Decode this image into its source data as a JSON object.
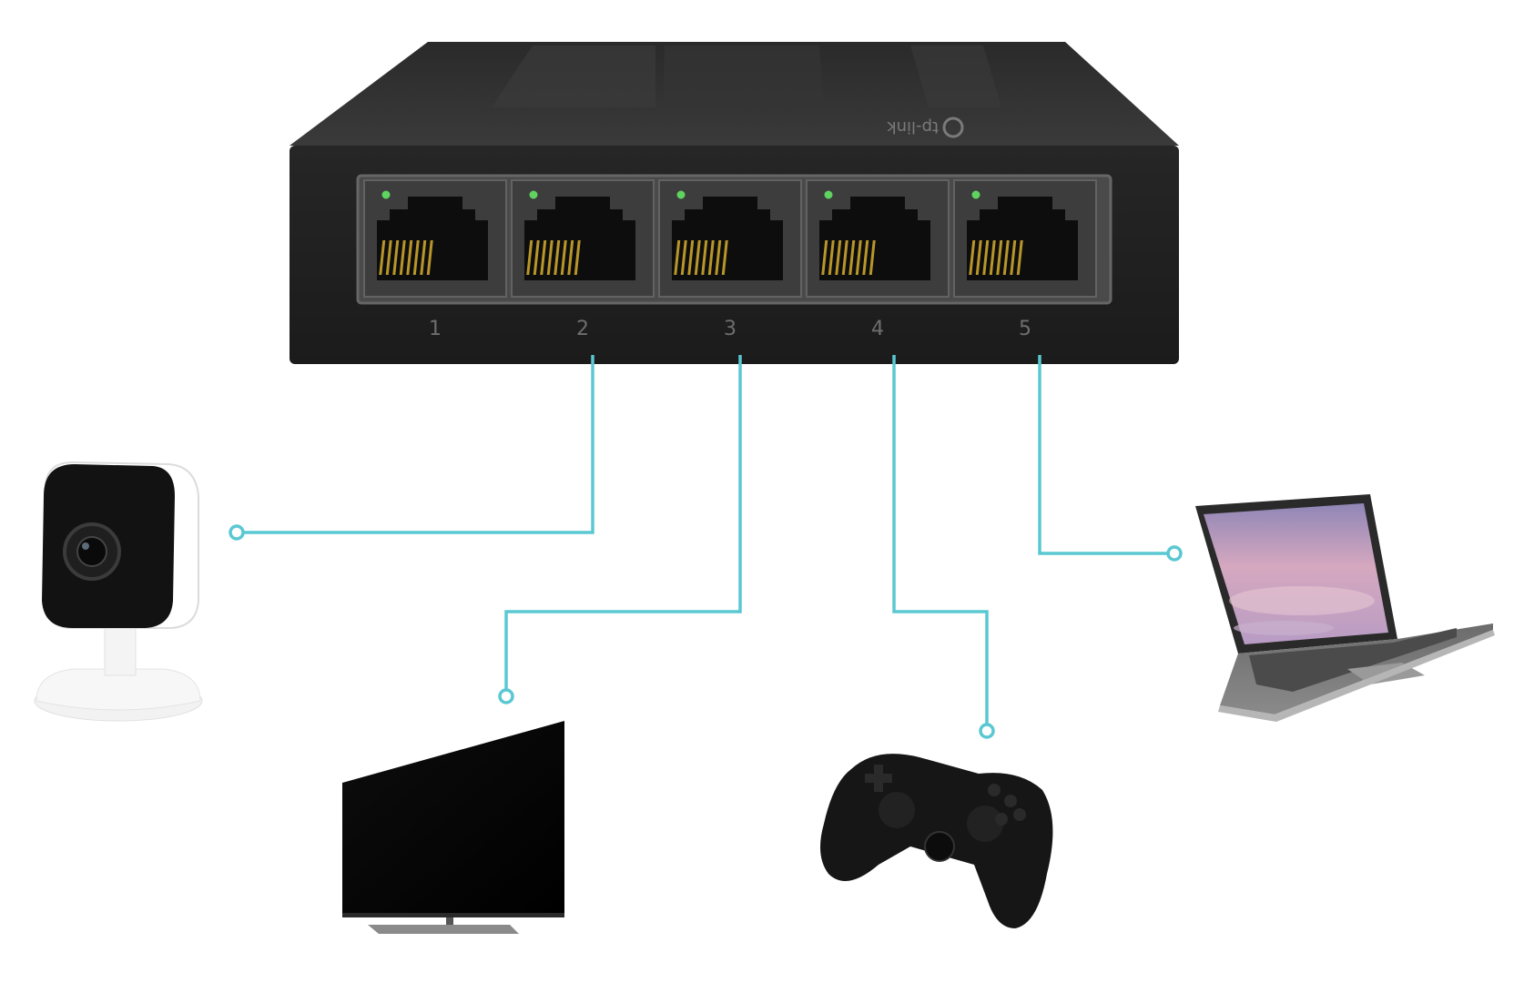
{
  "switch": {
    "brand": "tp-link",
    "ports": [
      {
        "label": "1",
        "led": "#5fd35f"
      },
      {
        "label": "2",
        "led": "#5fd35f"
      },
      {
        "label": "3",
        "led": "#5fd35f"
      },
      {
        "label": "4",
        "led": "#5fd35f"
      },
      {
        "label": "5",
        "led": "#5fd35f"
      }
    ]
  },
  "devices": [
    {
      "name": "camera-icon",
      "port": "2"
    },
    {
      "name": "tv-icon",
      "port": "3"
    },
    {
      "name": "gamepad-icon",
      "port": "4"
    },
    {
      "name": "laptop-icon",
      "port": "5"
    }
  ],
  "colors": {
    "cable": "#5ac8d2",
    "switch_body": "#222222",
    "switch_top": "#2f2f2f",
    "port_frame": "#5b5b5b",
    "pins": "#b8962a",
    "background": "#ffffff"
  }
}
